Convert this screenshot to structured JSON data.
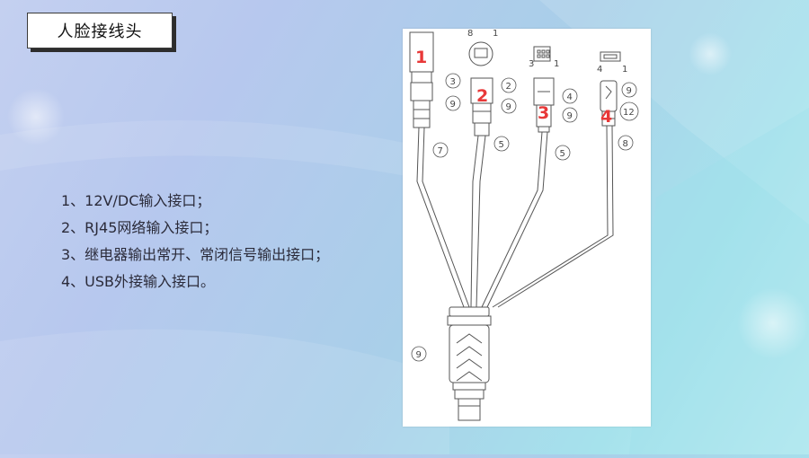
{
  "slide": {
    "title": "人脸接线头",
    "items": [
      "1、12V/DC输入接口；",
      "2、RJ45网络输入接口；",
      "3、继电器输出常开、常闭信号输出接口；",
      "4、USB外接输入接口。"
    ]
  },
  "diagram": {
    "connector_numbers": [
      "1",
      "2",
      "3",
      "4"
    ],
    "callouts": [
      "3",
      "9",
      "7",
      "2",
      "9",
      "5",
      "4",
      "9",
      "5",
      "9",
      "12",
      "8",
      "9"
    ],
    "pin_labels": [
      "8",
      "1",
      "3",
      "1",
      "4",
      "1"
    ],
    "colors": {
      "number": "#e83838",
      "line": "#555555"
    }
  }
}
